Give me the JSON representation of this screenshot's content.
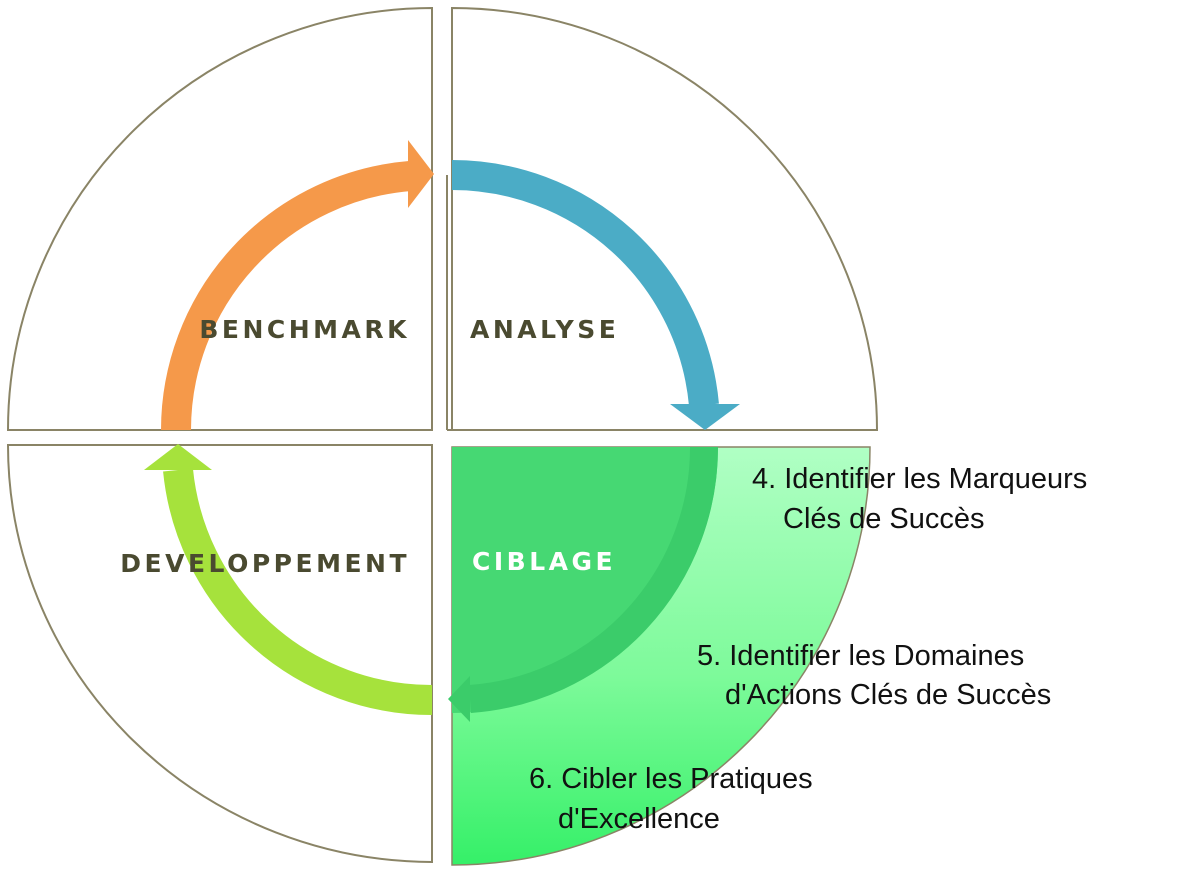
{
  "quadrants": {
    "benchmark": {
      "label": "BENCHMARK"
    },
    "analyse": {
      "label": "ANALYSE"
    },
    "developpement": {
      "label": "DEVELOPPEMENT"
    },
    "ciblage": {
      "label": "CIBLAGE"
    }
  },
  "steps": [
    {
      "line1": "4. Identifier les Marqueurs",
      "line2": "Clés de Succès"
    },
    {
      "line1": "5. Identifier les Domaines",
      "line2": "d'Actions Clés de Succès"
    },
    {
      "line1": "6. Cibler les Pratiques",
      "line2": "d'Excellence"
    }
  ],
  "colors": {
    "outline": "#8a8466",
    "label_text": "#4a4a30",
    "label_text_active": "#ffffff",
    "arrow_benchmark": "#f5994a",
    "arrow_analyse": "#4bacc6",
    "arrow_developpement": "#a6e23c",
    "arrow_ciblage": "#3bcc6a",
    "ciblage_light": "#a8ffbc",
    "ciblage_bright": "#3df26e"
  },
  "active_quadrant": "ciblage",
  "icons": [
    "arrow-benchmark-icon",
    "arrow-analyse-icon",
    "arrow-developpement-icon",
    "arrow-ciblage-icon"
  ]
}
